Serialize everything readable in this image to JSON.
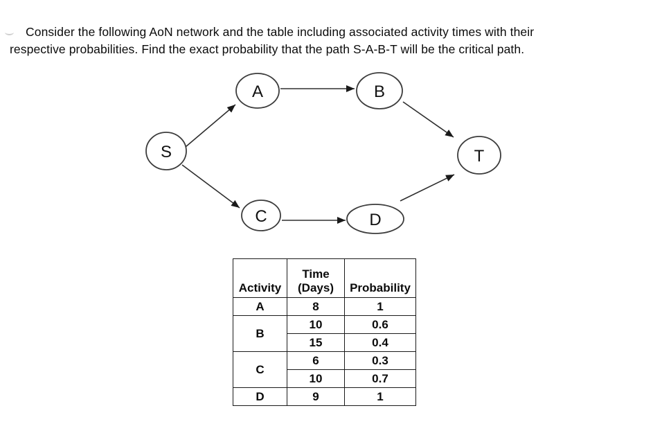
{
  "question": {
    "line1": "Consider the following AoN network and the table including associated activity times with their",
    "line2": "respective probabilities. Find the exact probability that the path S-A-B-T will be the critical path."
  },
  "diagram": {
    "nodes": [
      {
        "id": "S",
        "label": "S"
      },
      {
        "id": "A",
        "label": "A"
      },
      {
        "id": "B",
        "label": "B"
      },
      {
        "id": "C",
        "label": "C"
      },
      {
        "id": "D",
        "label": "D"
      },
      {
        "id": "T",
        "label": "T"
      }
    ],
    "edges": [
      {
        "from": "S",
        "to": "A"
      },
      {
        "from": "S",
        "to": "C"
      },
      {
        "from": "A",
        "to": "B"
      },
      {
        "from": "C",
        "to": "D"
      },
      {
        "from": "B",
        "to": "T"
      },
      {
        "from": "D",
        "to": "T"
      }
    ]
  },
  "table": {
    "headers": {
      "activity": "Activity",
      "time_line1": "Time",
      "time_line2": "(Days)",
      "probability": "Probability"
    },
    "rows": [
      {
        "activity": "A",
        "time": "8",
        "prob": "1"
      },
      {
        "activity": "B",
        "time": "10",
        "prob": "0.6"
      },
      {
        "time": "15",
        "prob": "0.4"
      },
      {
        "activity": "C",
        "time": "6",
        "prob": "0.3"
      },
      {
        "time": "10",
        "prob": "0.7"
      },
      {
        "activity": "D",
        "time": "9",
        "prob": "1"
      }
    ]
  },
  "colors": {
    "ink": "#1a1a1a",
    "node_stroke": "#3c3c3c"
  }
}
